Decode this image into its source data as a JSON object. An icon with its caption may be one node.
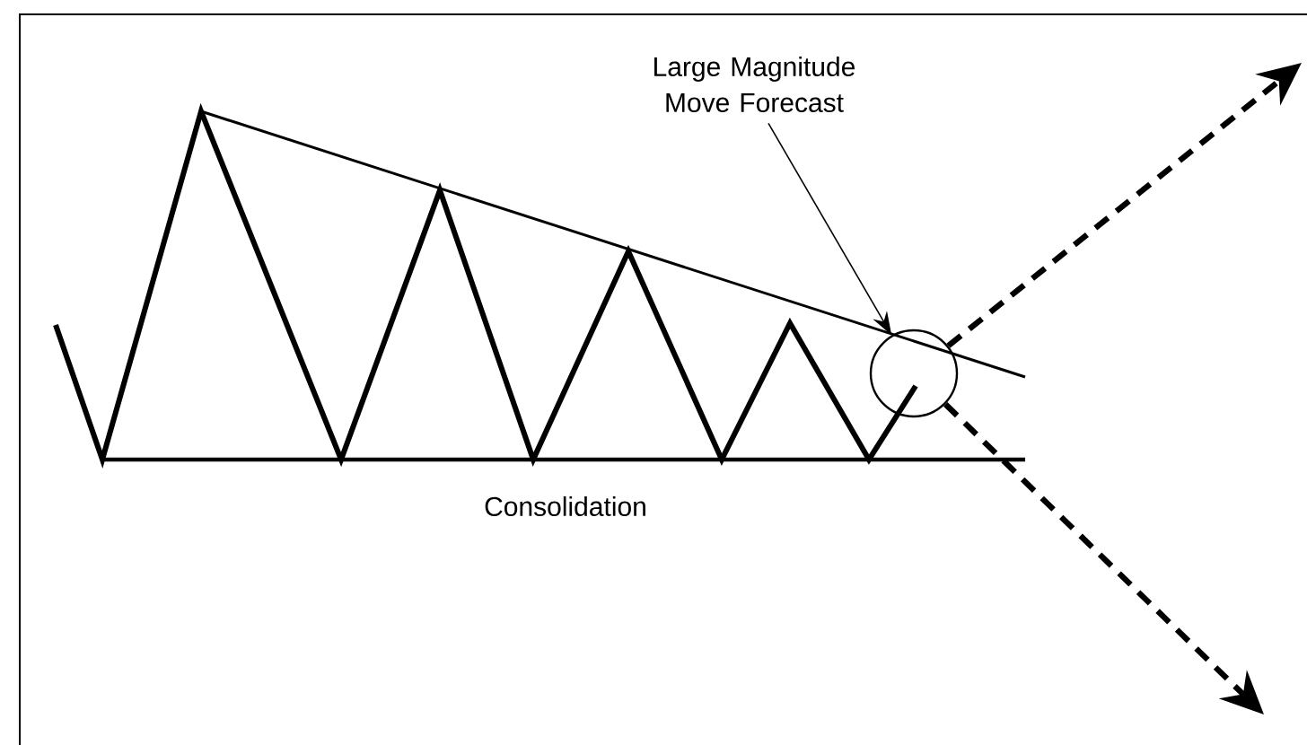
{
  "diagram": {
    "nodes": [
      {
        "text": [
          "Large Magnitude Move Forecast"
        ]
      },
      {
        "text": [],
        "shape": "circle"
      }
    ],
    "edges": [
      {
        "from": 0,
        "to": 1,
        "arrow": "to"
      },
      {
        "from": 1,
        "to": null,
        "arrow": "to",
        "style": "dashed"
      },
      {
        "from": 1,
        "to": null,
        "arrow": "to",
        "style": "dashed"
      }
    ],
    "labels": [
      "Consolidation"
    ]
  }
}
